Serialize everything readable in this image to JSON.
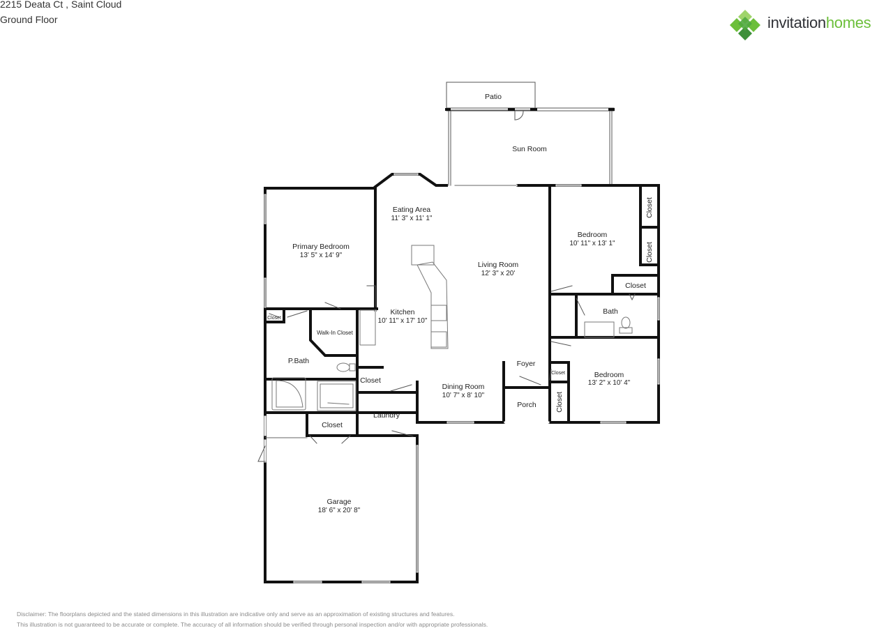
{
  "header": {
    "address": "2215 Deata Ct , Saint Cloud",
    "floor": "Ground Floor"
  },
  "brand": {
    "name_part1": "invitation",
    "name_part2": "homes",
    "colors": {
      "dark": "#2f3136",
      "green": "#6cbf3a",
      "green_dark": "#3e8f3a",
      "green_light": "#9fd46a"
    }
  },
  "rooms": {
    "patio": {
      "name": "Patio"
    },
    "sun_room": {
      "name": "Sun Room"
    },
    "eating_area": {
      "name": "Eating Area",
      "dims": "11' 3\" x 11' 1\""
    },
    "living_room": {
      "name": "Living Room",
      "dims": "12' 3\" x 20'"
    },
    "bedroom_ne": {
      "name": "Bedroom",
      "dims": "10' 11\" x 13' 1\""
    },
    "closet_ne_top": {
      "name": "Closet"
    },
    "closet_ne_mid": {
      "name": "Closet"
    },
    "closet_ne_bath": {
      "name": "Closet"
    },
    "bath": {
      "name": "Bath"
    },
    "primary_bedroom": {
      "name": "Primary Bedroom",
      "dims": "13' 5\" x 14' 9\""
    },
    "closet_small": {
      "name": "Closet"
    },
    "walk_in_closet": {
      "name": "Walk-In Closet"
    },
    "kitchen": {
      "name": "Kitchen",
      "dims": "10' 11\" x 17' 10\""
    },
    "pbath": {
      "name": "P.Bath"
    },
    "closet_pbath": {
      "name": "Closet"
    },
    "foyer": {
      "name": "Foyer"
    },
    "dining_room": {
      "name": "Dining Room",
      "dims": "10' 7\" x 8' 10\""
    },
    "bedroom_se": {
      "name": "Bedroom",
      "dims": "13' 2\" x 10' 4\""
    },
    "closet_foyer": {
      "name": "Closet"
    },
    "closet_se": {
      "name": "Closet"
    },
    "porch": {
      "name": "Porch"
    },
    "laundry": {
      "name": "Laundry"
    },
    "closet_garage": {
      "name": "Closet"
    },
    "garage": {
      "name": "Garage",
      "dims": "18' 6\" x 20' 8\""
    }
  },
  "disclaimer": {
    "line1": "Disclaimer: The floorplans depicted and the stated dimensions in this illustration are indicative only and serve as an approximation of existing structures and features.",
    "line2": "This illustration is not guaranteed to be accurate or complete. The accuracy of all information should be verified through personal inspection and/or with appropriate professionals."
  }
}
